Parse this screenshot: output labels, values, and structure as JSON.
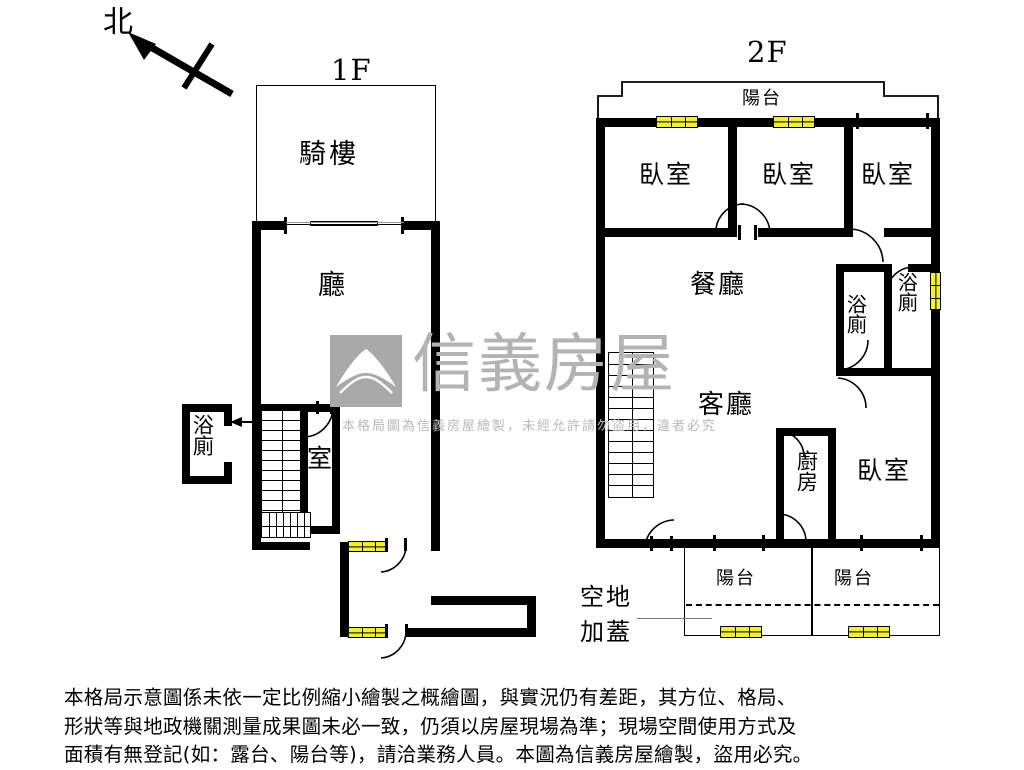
{
  "compass": {
    "label": "北",
    "icon": "north-arrow-icon"
  },
  "floors": [
    {
      "id": "1f",
      "caption": "1F"
    },
    {
      "id": "2f",
      "caption": "2F"
    }
  ],
  "floor1": {
    "caption": "1F",
    "rooms": [
      {
        "name": "arcade",
        "label": "騎樓"
      },
      {
        "name": "hall",
        "label": "廳"
      },
      {
        "name": "room",
        "label": "室"
      },
      {
        "name": "bathroom-callout",
        "label": "浴廁"
      }
    ]
  },
  "floor2": {
    "caption": "2F",
    "rooms": [
      {
        "name": "balcony-top",
        "label": "陽台"
      },
      {
        "name": "bedroom-1",
        "label": "臥室"
      },
      {
        "name": "bedroom-2",
        "label": "臥室"
      },
      {
        "name": "bedroom-3",
        "label": "臥室"
      },
      {
        "name": "dining",
        "label": "餐廳"
      },
      {
        "name": "living",
        "label": "客廳"
      },
      {
        "name": "bathroom-1",
        "label": "浴廁"
      },
      {
        "name": "bathroom-2",
        "label": "浴廁"
      },
      {
        "name": "kitchen",
        "label": "廚房"
      },
      {
        "name": "bedroom-4",
        "label": "臥室"
      },
      {
        "name": "balcony-left",
        "label": "陽台"
      },
      {
        "name": "balcony-right",
        "label": "陽台"
      }
    ],
    "annotation": {
      "name": "open-space-cover",
      "line1": "空地",
      "line2": "加蓋"
    }
  },
  "watermark": {
    "brand": "信義房屋",
    "notice": "本格局圖為信義房屋繪製，未經允許請勿盜用，違者必究"
  },
  "disclaimer": {
    "line1": "本格局示意圖係未依一定比例縮小繪製之概繪圖，與實況仍有差距，其方位、格局、",
    "line2": "形狀等與地政機關測量成果圖未必一致，仍須以房屋現場為準；現場空間使用方式及",
    "line3": "面積有無登記(如：露台、陽台等)，請洽業務人員。本圖為信義房屋繪製，盜用必究。"
  },
  "colors": {
    "wall": "#000000",
    "window": "#f2ee35",
    "watermark": "#b3b3b3",
    "background": "#ffffff"
  }
}
